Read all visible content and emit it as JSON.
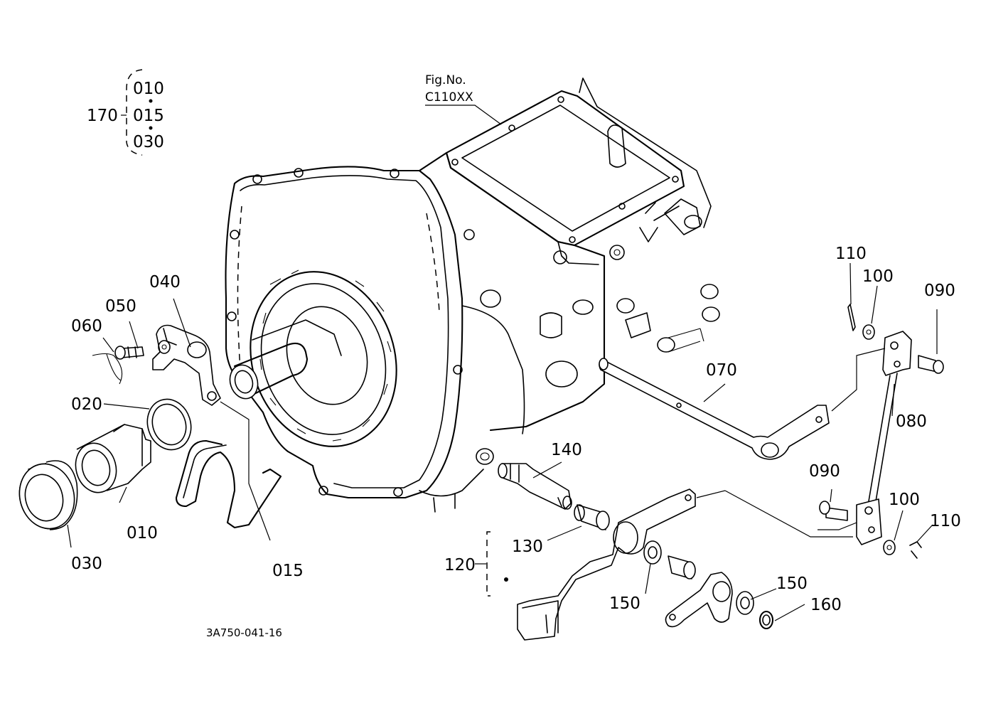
{
  "figure": {
    "fig_label": "Fig.No.",
    "fig_number": "C110XX",
    "drawing_code": "3A750-041-16"
  },
  "group": {
    "id": "170",
    "members": [
      "010",
      "015",
      "030"
    ]
  },
  "callouts": {
    "p010": "010",
    "p015": "015",
    "p020": "020",
    "p030": "030",
    "p040": "040",
    "p050": "050",
    "p060": "060",
    "p070": "070",
    "p080": "080",
    "p090a": "090",
    "p090b": "090",
    "p100a": "100",
    "p100b": "100",
    "p110a": "110",
    "p110b": "110",
    "p120": "120",
    "p130": "130",
    "p140": "140",
    "p150a": "150",
    "p150b": "150",
    "p160": "160"
  }
}
